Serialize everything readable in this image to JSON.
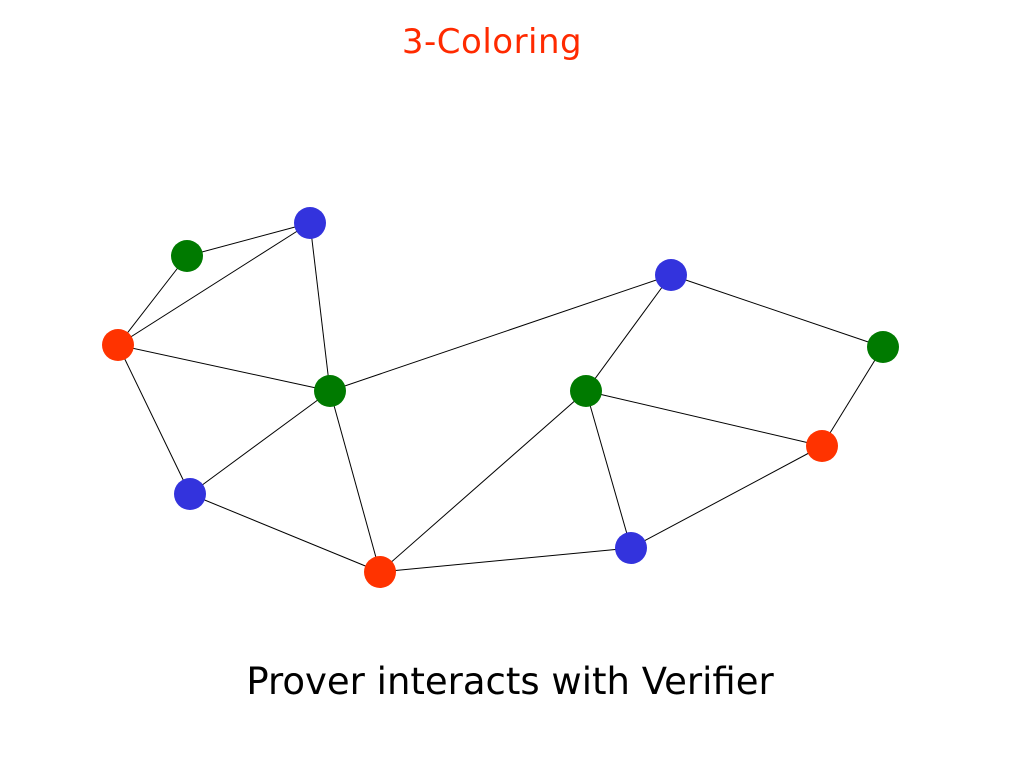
{
  "slide": {
    "title": "3-Coloring",
    "caption": "Prover interacts with Verifier"
  },
  "colors": {
    "title": "#ff2a00",
    "red": "#ff3300",
    "green": "#007a00",
    "blue": "#3333dd",
    "edge": "#000000"
  },
  "graph": {
    "nodes": [
      {
        "id": "n1",
        "color": "green"
      },
      {
        "id": "n2",
        "color": "blue"
      },
      {
        "id": "n3",
        "color": "red"
      },
      {
        "id": "n4",
        "color": "green"
      },
      {
        "id": "n5",
        "color": "blue"
      },
      {
        "id": "n6",
        "color": "red"
      },
      {
        "id": "n7",
        "color": "blue"
      },
      {
        "id": "n8",
        "color": "green"
      },
      {
        "id": "n9",
        "color": "green"
      },
      {
        "id": "n10",
        "color": "red"
      },
      {
        "id": "n11",
        "color": "blue"
      }
    ],
    "edges": [
      [
        "n1",
        "n2"
      ],
      [
        "n1",
        "n3"
      ],
      [
        "n2",
        "n3"
      ],
      [
        "n2",
        "n4"
      ],
      [
        "n3",
        "n4"
      ],
      [
        "n3",
        "n5"
      ],
      [
        "n4",
        "n5"
      ],
      [
        "n4",
        "n6"
      ],
      [
        "n5",
        "n6"
      ],
      [
        "n4",
        "n7"
      ],
      [
        "n6",
        "n8"
      ],
      [
        "n7",
        "n8"
      ],
      [
        "n7",
        "n9"
      ],
      [
        "n9",
        "n10"
      ],
      [
        "n8",
        "n10"
      ],
      [
        "n8",
        "n11"
      ],
      [
        "n6",
        "n11"
      ],
      [
        "n10",
        "n11"
      ]
    ]
  }
}
